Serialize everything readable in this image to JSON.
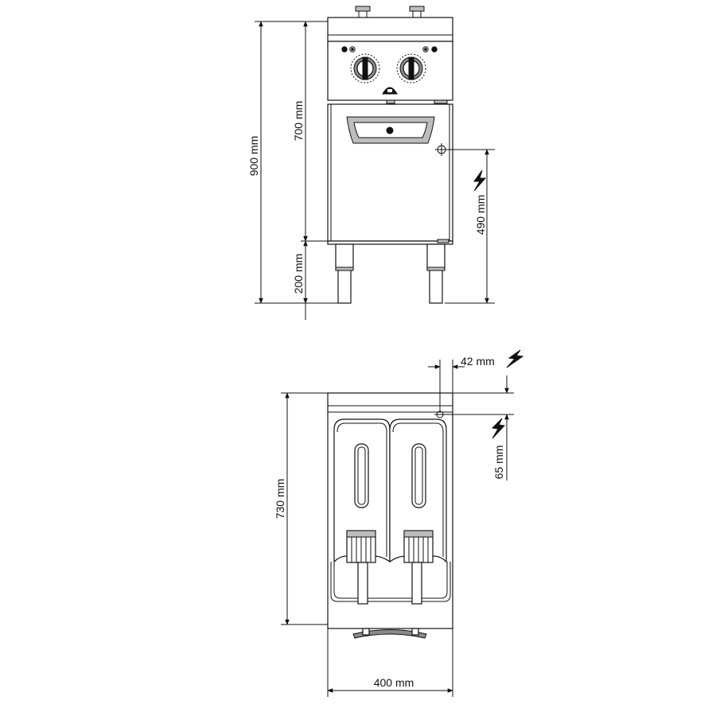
{
  "colors": {
    "line": "#111111",
    "fill_light": "#bdbdbd",
    "fill_dark": "#8a8a8a",
    "background": "#ffffff"
  },
  "front_view": {
    "dim_total_height": "900 mm",
    "dim_upper_height": "700 mm",
    "dim_leg_height": "200 mm",
    "dim_connection_height": "490 mm"
  },
  "top_view": {
    "dim_connection_x": "42 mm",
    "dim_connection_y": "65 mm",
    "dim_depth": "730 mm",
    "dim_width": "400 mm"
  },
  "icons": [
    "electric-bolt-icon",
    "electric-connection-icon",
    "brand-logo-icon"
  ]
}
